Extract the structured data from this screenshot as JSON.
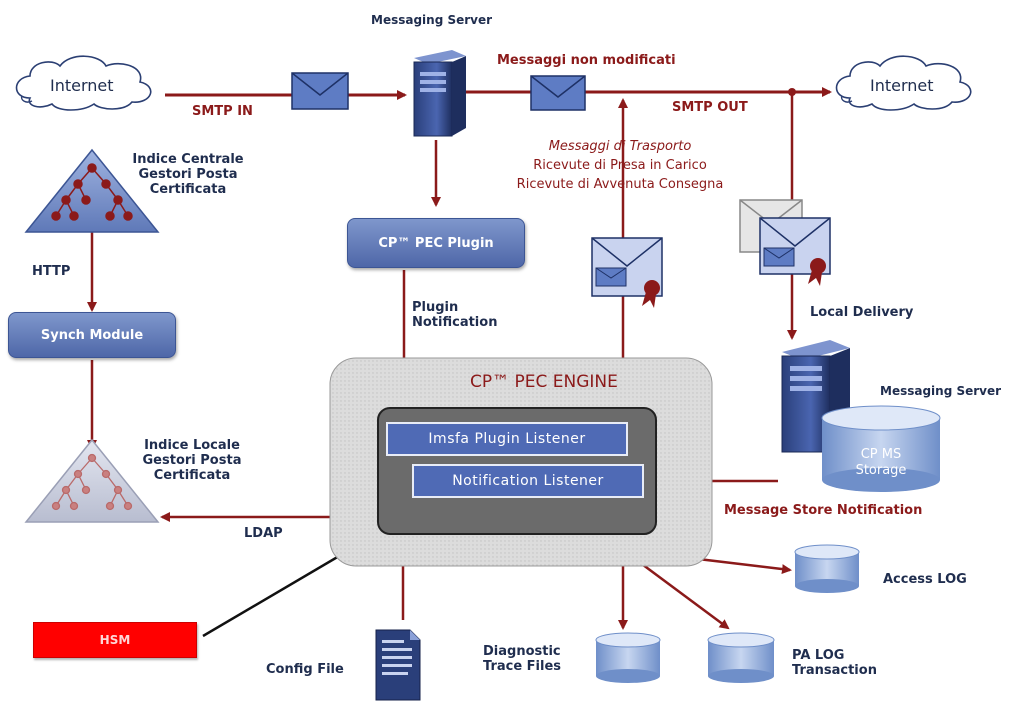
{
  "diagram": {
    "messaging_server_top": "Messaging Server",
    "messaging_server_right": "Messaging Server",
    "internet_left": "Internet",
    "internet_right": "Internet",
    "smtp_in": "SMTP IN",
    "smtp_out": "SMTP OUT",
    "messaggi_non_modificati": "Messaggi non modificati",
    "transport_notes": {
      "line1": "Messaggi di Trasporto",
      "line2": "Ricevute di Presa in Carico",
      "line3": "Ricevute di Avvenuta Consegna"
    },
    "indice_centrale": {
      "line1": "Indice Centrale",
      "line2": "Gestori Posta",
      "line3": "Certificata"
    },
    "indice_locale": {
      "line1": "Indice Locale",
      "line2": "Gestori Posta",
      "line3": "Certificata"
    },
    "http": "HTTP",
    "ldap": "LDAP",
    "synch_module": "Synch Module",
    "cp_pec_plugin": "CP™ PEC Plugin",
    "plugin_notification": {
      "line1": "Plugin",
      "line2": "Notification"
    },
    "engine_title": "CP™ PEC ENGINE",
    "imsfa_listener": "Imsfa Plugin Listener",
    "notification_listener": "Notification Listener",
    "local_delivery": "Local Delivery",
    "cp_ms_storage": {
      "line1": "CP MS",
      "line2": "Storage"
    },
    "message_store_notification": "Message Store Notification",
    "access_log": "Access LOG",
    "diagnostic": {
      "line1": "Diagnostic",
      "line2": "Trace Files"
    },
    "pa_log": {
      "line1": "PA LOG",
      "line2": "Transaction"
    },
    "config_file": "Config File",
    "hsm": "HSM"
  },
  "colors": {
    "arrow": "#8b1a1a",
    "accent_blue": "#4f6ab5",
    "engine_bg": "#d4d4d4",
    "engine_inner": "#6b6b6b",
    "hsm": "#ff0000"
  }
}
